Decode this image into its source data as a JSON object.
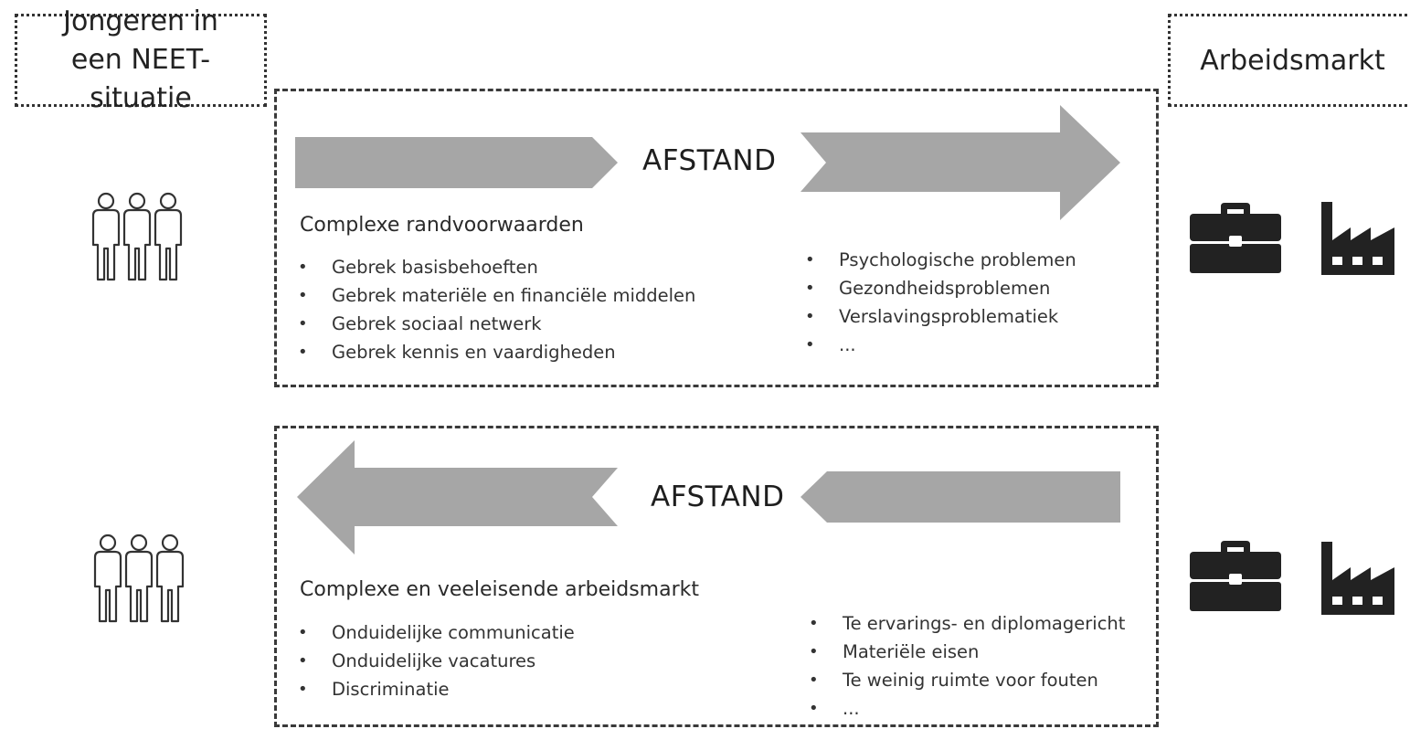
{
  "labels": {
    "left": "Jongeren in een NEET-situatie",
    "right": "Arbeidsmarkt"
  },
  "top_panel": {
    "center_label": "AFSTAND",
    "heading": "Complexe randvoorwaarden",
    "left_items": [
      "Gebrek basisbehoeften",
      "Gebrek materiële en financiële middelen",
      "Gebrek sociaal netwerk",
      "Gebrek kennis en vaardigheden"
    ],
    "right_items": [
      "Psychologische problemen",
      "Gezondheidsproblemen",
      "Verslavingsproblematiek",
      "..."
    ]
  },
  "bottom_panel": {
    "center_label": "AFSTAND",
    "heading": "Complexe en veeleisende arbeidsmarkt",
    "left_items": [
      "Onduidelijke communicatie",
      "Onduidelijke vacatures",
      "Discriminatie"
    ],
    "right_items": [
      "Te ervarings- en diplomagericht",
      "Materiële eisen",
      "Te weinig ruimte voor fouten",
      "..."
    ]
  },
  "icons": {
    "people": "people-group-icon",
    "briefcase": "briefcase-icon",
    "factory": "factory-icon"
  },
  "colors": {
    "arrow": "#a6a6a6",
    "icon": "#222222",
    "border": "#333333"
  }
}
